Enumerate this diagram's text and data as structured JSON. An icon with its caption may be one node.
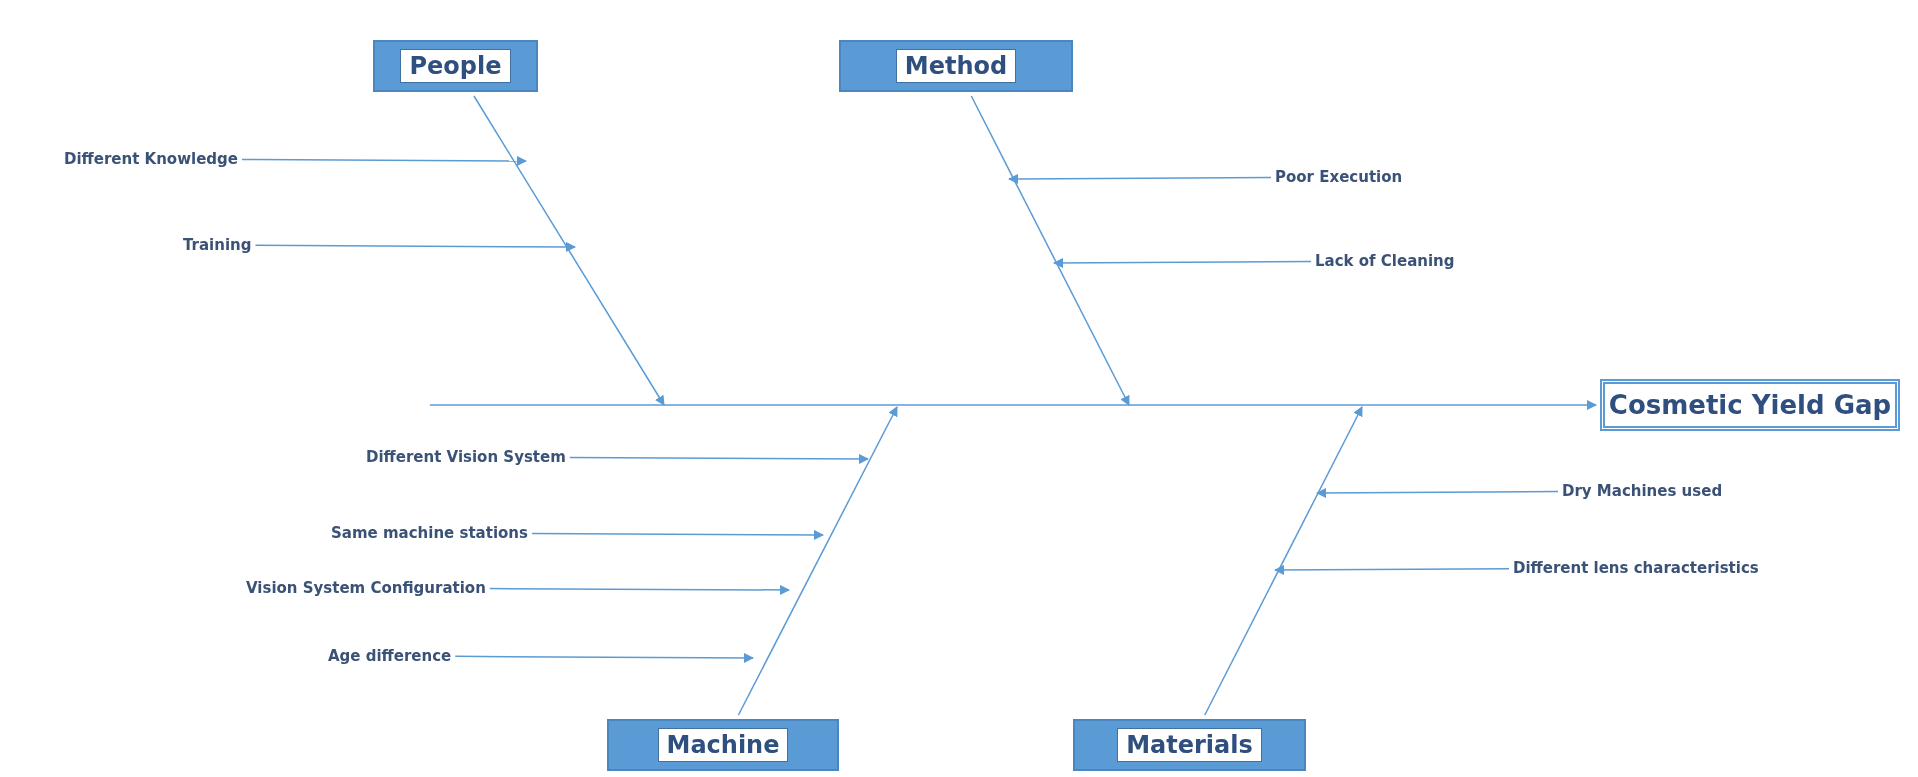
{
  "diagram": {
    "nodes": [
      {
        "text": [
          "People"
        ]
      },
      {
        "text": [
          "Method"
        ]
      },
      {
        "text": [
          "Machine"
        ]
      },
      {
        "text": [
          "Materials"
        ]
      },
      {
        "text": [
          "Cosmetic Yield Gap"
        ]
      },
      {
        "text": [
          "Different Knowledge"
        ]
      },
      {
        "text": [
          "Poor Execution"
        ]
      },
      {
        "text": [
          "Training"
        ]
      },
      {
        "text": [
          "Lack of Cleaning"
        ]
      },
      {
        "text": [
          "Different Vision System"
        ]
      },
      {
        "text": [
          "Dry Machines used"
        ]
      },
      {
        "text": [
          "Same machine stations"
        ]
      },
      {
        "text": [
          "Different lens characteristics"
        ]
      },
      {
        "text": [
          "Vision System Configuration"
        ]
      },
      {
        "text": [
          "Age difference"
        ]
      }
    ],
    "edges": [
      {
        "from": null,
        "to": 4,
        "arrow": "to"
      },
      {
        "from": 0,
        "to": null,
        "arrow": "to"
      },
      {
        "from": 1,
        "to": null,
        "arrow": "to"
      },
      {
        "from": 2,
        "to": null,
        "arrow": "to"
      },
      {
        "from": 3,
        "to": null,
        "arrow": "to"
      },
      {
        "from": 5,
        "to": null,
        "arrow": "to"
      },
      {
        "from": 6,
        "to": null,
        "arrow": "to"
      },
      {
        "from": 7,
        "to": null,
        "arrow": "to"
      },
      {
        "from": 8,
        "to": null,
        "arrow": "to"
      },
      {
        "from": 9,
        "to": null,
        "arrow": "to"
      },
      {
        "from": 10,
        "to": null,
        "arrow": "to"
      },
      {
        "from": 11,
        "to": null,
        "arrow": "to"
      },
      {
        "from": 12,
        "to": null,
        "arrow": "to"
      },
      {
        "from": 13,
        "to": null,
        "arrow": "to"
      },
      {
        "from": 14,
        "to": null,
        "arrow": "to"
      }
    ]
  }
}
